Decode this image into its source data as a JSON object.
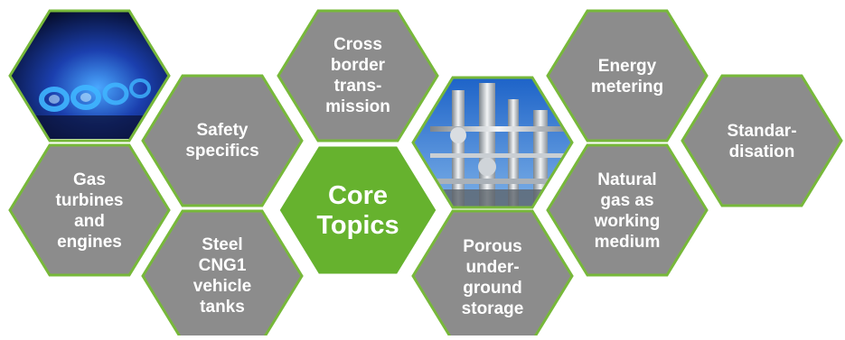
{
  "colors": {
    "hex_fill": "#8c8c8c",
    "hex_border": "#77b83a",
    "core_fill": "#66b22e",
    "text": "#ffffff"
  },
  "diagram": {
    "core": {
      "label": "Core\nTopics"
    },
    "topics": [
      {
        "key": "safety",
        "label": "Safety\nspecifics"
      },
      {
        "key": "cross",
        "label": "Cross\nborder\ntrans-\nmission"
      },
      {
        "key": "energy",
        "label": "Energy\nmetering"
      },
      {
        "key": "standard",
        "label": "Standar-\ndisation"
      },
      {
        "key": "turbines",
        "label": "Gas\nturbines\nand\nengines"
      },
      {
        "key": "steel",
        "label": "Steel\nCNG1\nvehicle\ntanks"
      },
      {
        "key": "porous",
        "label": "Porous\nunder-\nground\nstorage"
      },
      {
        "key": "natural",
        "label": "Natural\ngas as\nworking\nmedium"
      }
    ],
    "images": [
      {
        "key": "flame",
        "icon": "gas-flame-image"
      },
      {
        "key": "plant",
        "icon": "refinery-plant-image"
      }
    ]
  }
}
